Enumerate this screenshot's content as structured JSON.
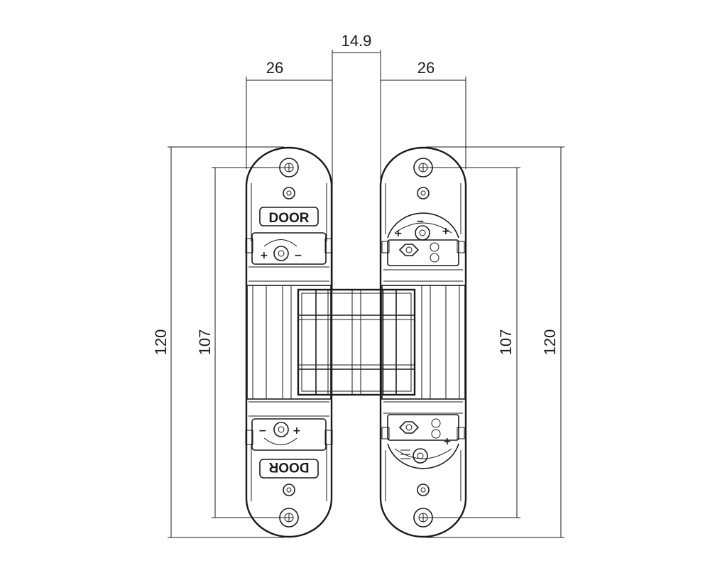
{
  "dimensions": {
    "leaf_width_left": "26",
    "gap_width": "14.9",
    "leaf_width_right": "26",
    "overall_height_left": "120",
    "hole_spacing_left": "107",
    "hole_spacing_right": "107",
    "overall_height_right": "120"
  },
  "labels": {
    "door_top": "DOOR",
    "door_bottom": "DOOR"
  },
  "adjust_marks": {
    "plus": "+",
    "minus": "−"
  }
}
